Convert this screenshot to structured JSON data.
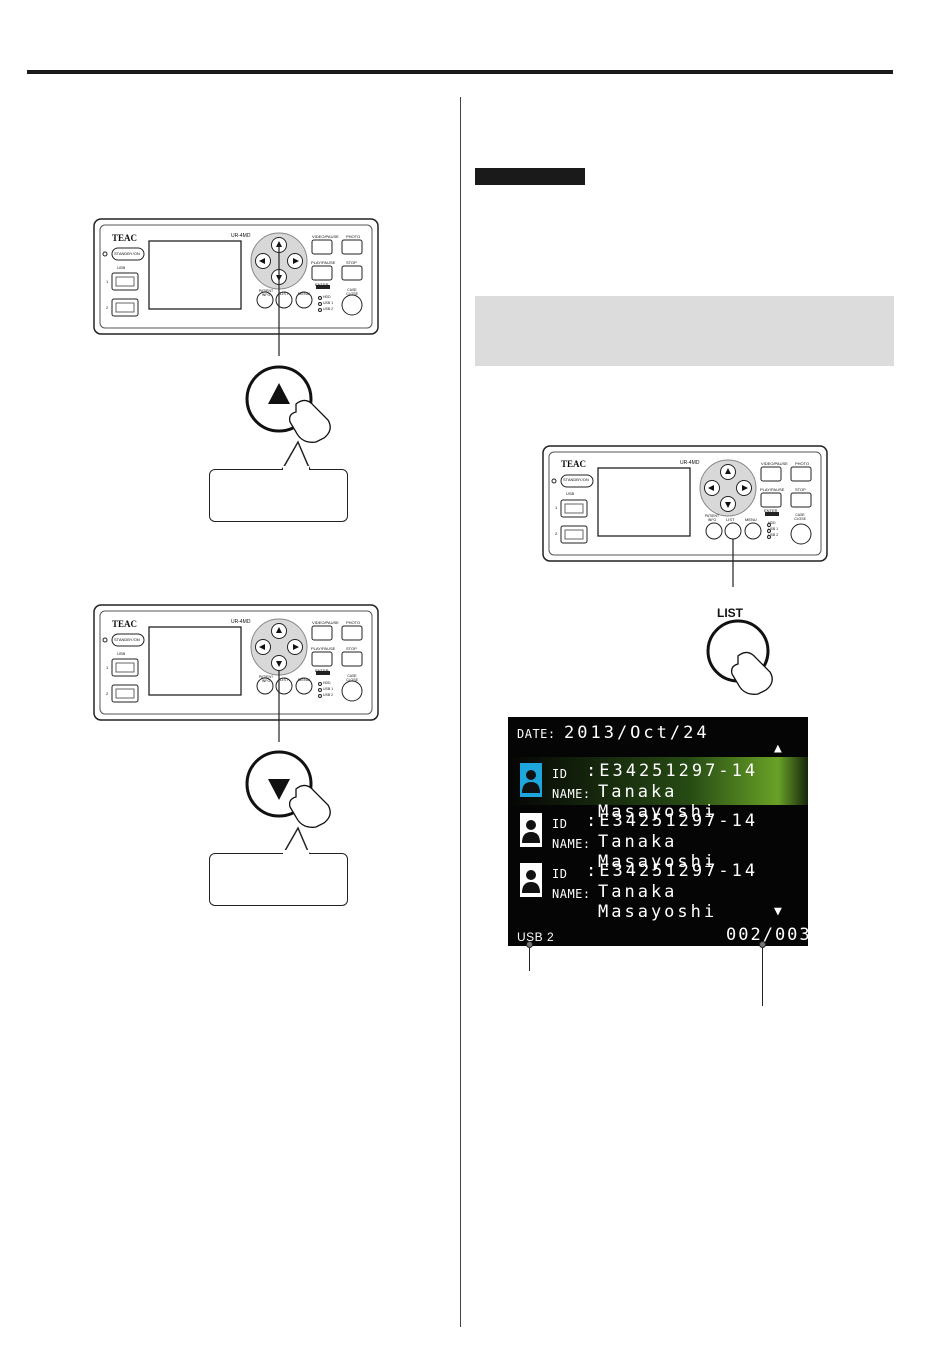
{
  "device": {
    "brand": "TEAC",
    "model": "UR-4MD",
    "standby_label": "STANDBY/ON",
    "usb_label": "USB",
    "usb_port_1": "1",
    "usb_port_2": "2",
    "patient_info_label": "PATIENT INFO",
    "list_label": "LIST",
    "menu_label": "MENU",
    "video_pause_label": "VIDEO/PAUSE",
    "photo_label": "PHOTO",
    "play_pause_label": "PLAY/PAUSE",
    "stop_label": "STOP",
    "enter_label": "ENTER",
    "case_close_label": "CASE CLOSE",
    "indicator_hdd": "HDD",
    "indicator_usb1": "USB 1",
    "indicator_usb2": "USB 2"
  },
  "list_button_label": "LIST",
  "screen": {
    "date_label": "DATE:",
    "date_value": "2013/Oct/24",
    "entries": [
      {
        "id_label": "ID",
        "id_value": ":E34251297-14",
        "name_label": "NAME:",
        "name_value": "Tanaka Masayoshi",
        "selected": true
      },
      {
        "id_label": "ID",
        "id_value": ":E34251297-14",
        "name_label": "NAME:",
        "name_value": "Tanaka Masayoshi",
        "selected": false
      },
      {
        "id_label": "ID",
        "id_value": ":E34251297-14",
        "name_label": "NAME:",
        "name_value": "Tanaka Masayoshi",
        "selected": false
      }
    ],
    "source": "USB 2",
    "page": "002/003"
  },
  "colors": {
    "accent_selected": "#1ea7dc",
    "selection_green": "#6eaa28",
    "screen_bg": "#050505"
  }
}
